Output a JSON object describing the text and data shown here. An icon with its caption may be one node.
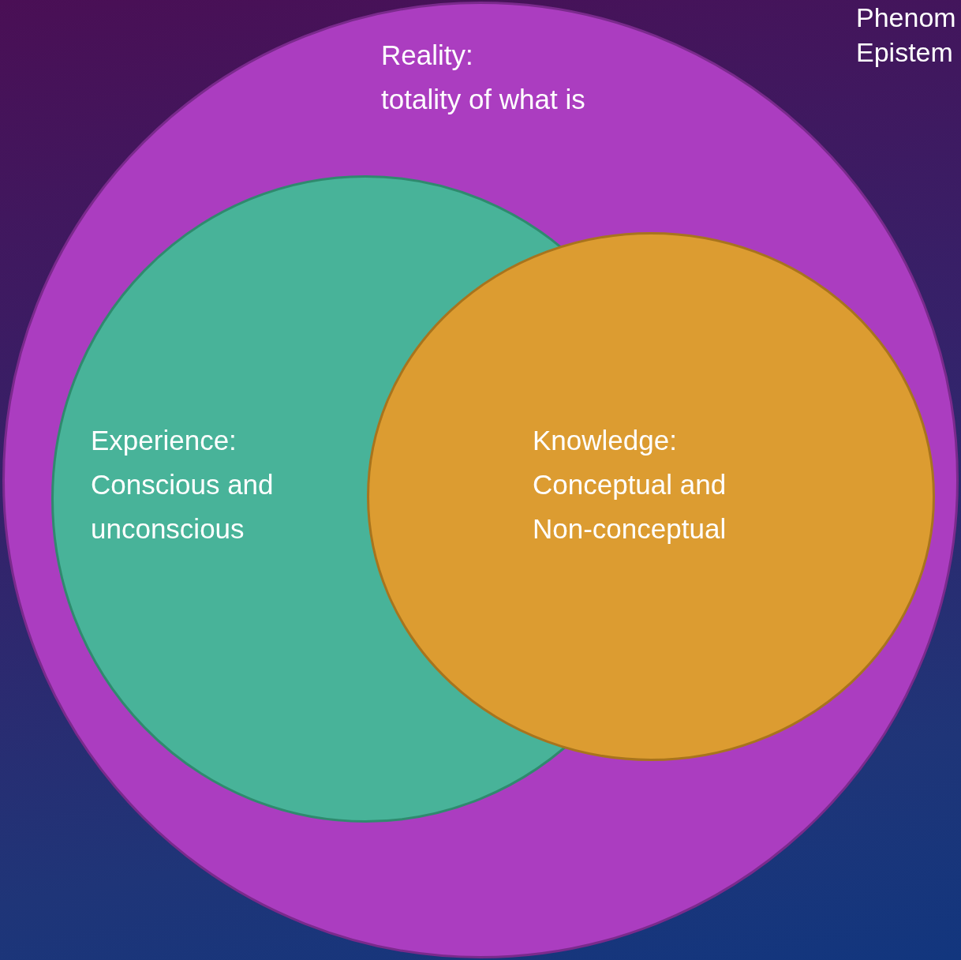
{
  "diagram": {
    "nodes": [
      {
        "text": [
          "Reality:",
          "totality of what is"
        ]
      },
      {
        "text": [
          "Experience:",
          "Conscious and unconscious"
        ],
        "in": 0
      },
      {
        "text": [
          "Knowledge:",
          "Conceptual and Non-conceptual"
        ],
        "in": 0
      }
    ],
    "labels": [
      "Phenom",
      "Epistem"
    ]
  }
}
